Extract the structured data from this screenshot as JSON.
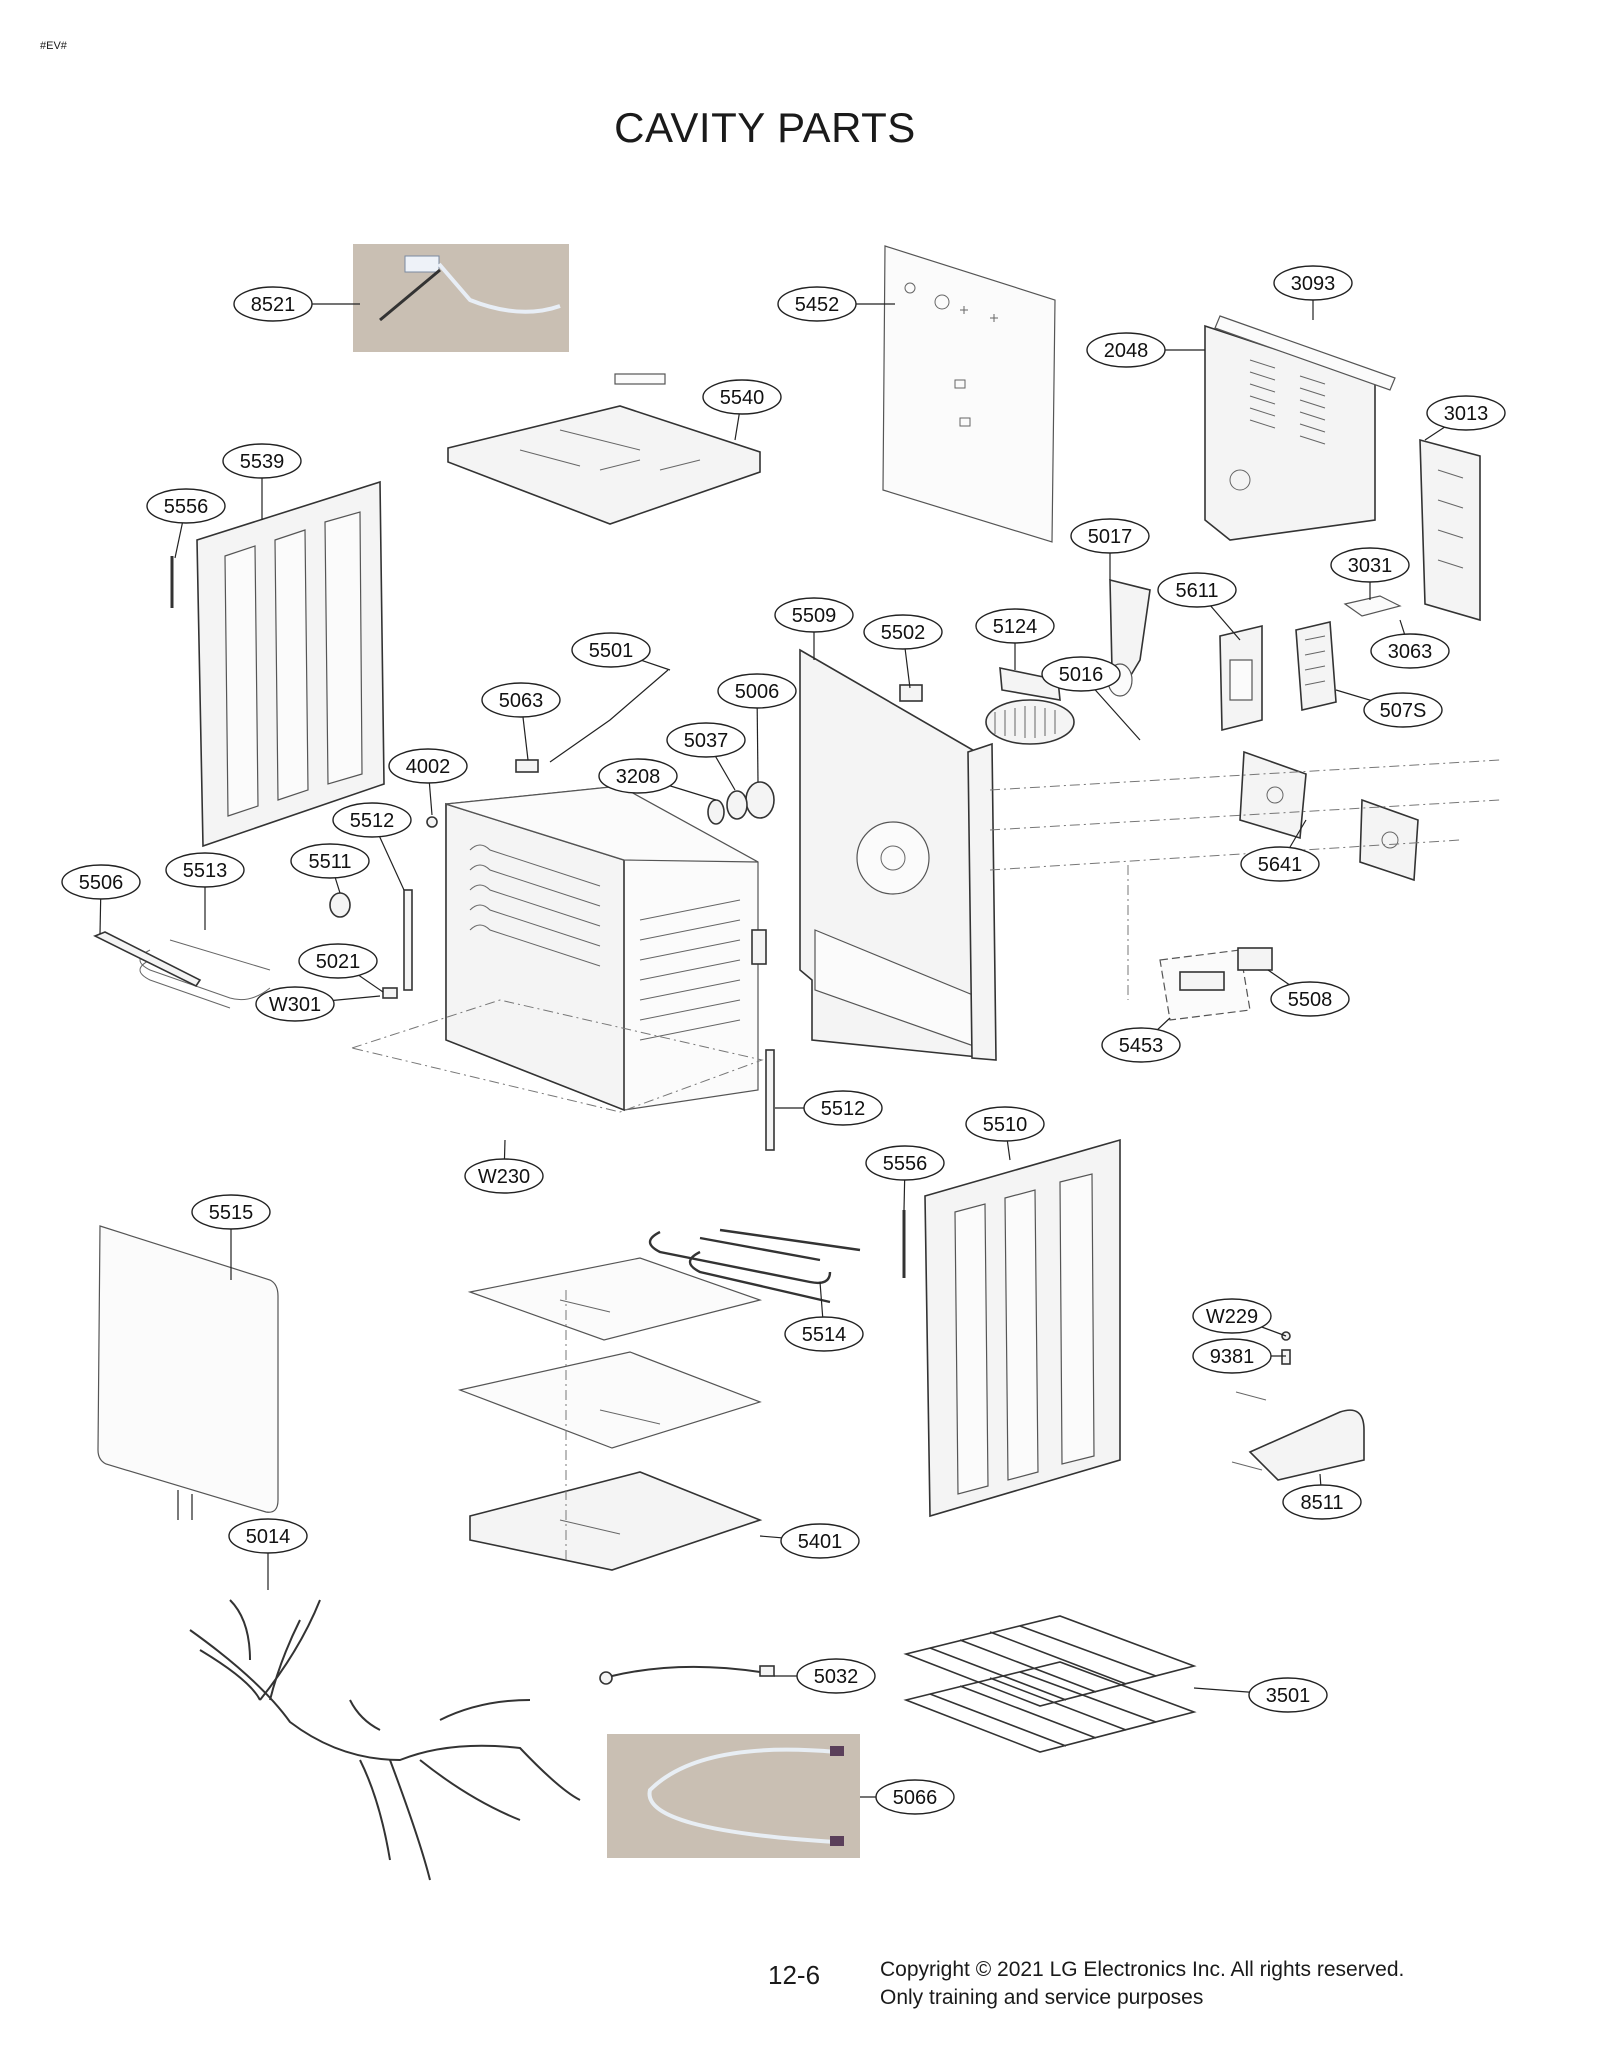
{
  "header": {
    "tag": "#EV#",
    "title": "CAVITY PARTS"
  },
  "callouts": [
    {
      "label": "8521"
    },
    {
      "label": "5452"
    },
    {
      "label": "3093"
    },
    {
      "label": "2048"
    },
    {
      "label": "5540"
    },
    {
      "label": "3013"
    },
    {
      "label": "5539"
    },
    {
      "label": "5556"
    },
    {
      "label": "5017"
    },
    {
      "label": "3031"
    },
    {
      "label": "5611"
    },
    {
      "label": "5509"
    },
    {
      "label": "5502"
    },
    {
      "label": "5124"
    },
    {
      "label": "3063"
    },
    {
      "label": "5501"
    },
    {
      "label": "5016"
    },
    {
      "label": "5006"
    },
    {
      "label": "5063"
    },
    {
      "label": "507S"
    },
    {
      "label": "5037"
    },
    {
      "label": "4002"
    },
    {
      "label": "3208"
    },
    {
      "label": "5512"
    },
    {
      "label": "5641"
    },
    {
      "label": "5506"
    },
    {
      "label": "5513"
    },
    {
      "label": "5511"
    },
    {
      "label": "5021"
    },
    {
      "label": "W301"
    },
    {
      "label": "5508"
    },
    {
      "label": "5453"
    },
    {
      "label": "5512"
    },
    {
      "label": "5510"
    },
    {
      "label": "5556"
    },
    {
      "label": "W230"
    },
    {
      "label": "5515"
    },
    {
      "label": "5514"
    },
    {
      "label": "W229"
    },
    {
      "label": "9381"
    },
    {
      "label": "8511"
    },
    {
      "label": "5014"
    },
    {
      "label": "5401"
    },
    {
      "label": "5032"
    },
    {
      "label": "3501"
    },
    {
      "label": "5066"
    }
  ],
  "footer": {
    "page": "12-6",
    "copyright": "Copyright © 2021 LG Electronics Inc. All rights reserved.",
    "note": "Only training and service purposes"
  },
  "colors": {
    "line": "#222222",
    "photo_bg": "#c9bfb3",
    "paper": "#ffffff"
  }
}
